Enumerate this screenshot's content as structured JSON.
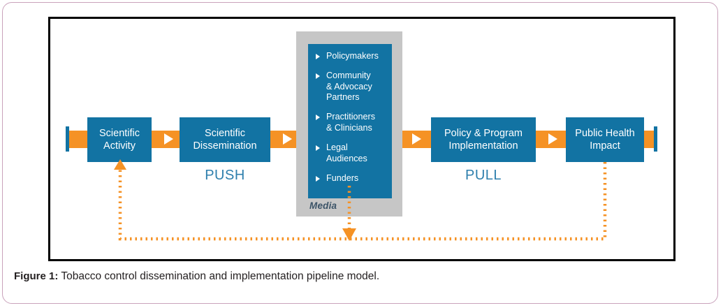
{
  "figure": {
    "caption_prefix": "Figure 1:",
    "caption_text": " Tobacco control dissemination and implementation pipeline model."
  },
  "colors": {
    "box_blue": "#1273a3",
    "rail_orange": "#f59225",
    "media_gray": "#c6c6c6",
    "label_blue": "#2e7fad",
    "media_label": "#3c5468",
    "frame_black": "#000000",
    "card_border": "#c9a2bb"
  },
  "pipeline": {
    "stages": [
      {
        "id": "scientific-activity",
        "label": "Scientific Activity",
        "line1": "Scientific",
        "line2": "Activity"
      },
      {
        "id": "scientific-dissemination",
        "label": "Scientific Dissemination",
        "line1": "Scientific",
        "line2": "Dissemination"
      },
      {
        "id": "policy-program-implementation",
        "label": "Policy & Program Implementation",
        "line1": "Policy & Program",
        "line2": "Implementation"
      },
      {
        "id": "public-health-impact",
        "label": "Public Health Impact",
        "line1": "Public Health",
        "line2": "Impact"
      }
    ],
    "phase_labels": [
      {
        "id": "push",
        "label": "PUSH"
      },
      {
        "id": "pull",
        "label": "PULL"
      }
    ]
  },
  "media": {
    "panel_label": "Media",
    "audiences": [
      "Policymakers",
      "Community & Advocacy Partners",
      "Practitioners & Clinicians",
      "Legal Audiences",
      "Funders"
    ],
    "audiences_lines": [
      [
        "Policymakers"
      ],
      [
        "Community",
        "& Advocacy",
        "Partners"
      ],
      [
        "Practitioners",
        "& Clinicians"
      ],
      [
        "Legal",
        "Audiences"
      ],
      [
        "Funders"
      ]
    ]
  }
}
